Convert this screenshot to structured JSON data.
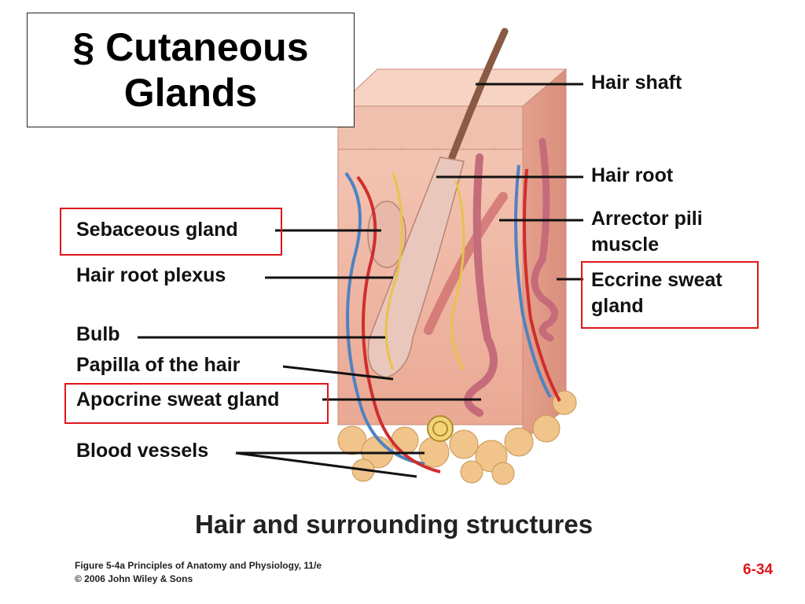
{
  "title": "§ Cutaneous Glands",
  "labels": {
    "hair_shaft": "Hair shaft",
    "hair_root": "Hair root",
    "arrector_pili": "Arrector pili muscle",
    "eccrine": "Eccrine sweat gland",
    "sebaceous": "Sebaceous gland",
    "hair_root_plexus": "Hair root plexus",
    "bulb": "Bulb",
    "papilla": "Papilla of the hair",
    "apocrine": "Apocrine sweat gland",
    "blood_vessels": "Blood vessels"
  },
  "caption": "Hair and surrounding structures",
  "credit": {
    "line1": "Figure 5-4a  Principles of Anatomy and Physiology, 11/e",
    "line2": "© 2006 John Wiley & Sons"
  },
  "slide_number": "6-34",
  "colors": {
    "highlight": "#e0161b",
    "skin": "#f2c3b0",
    "dermis": "#f0b8a6"
  }
}
